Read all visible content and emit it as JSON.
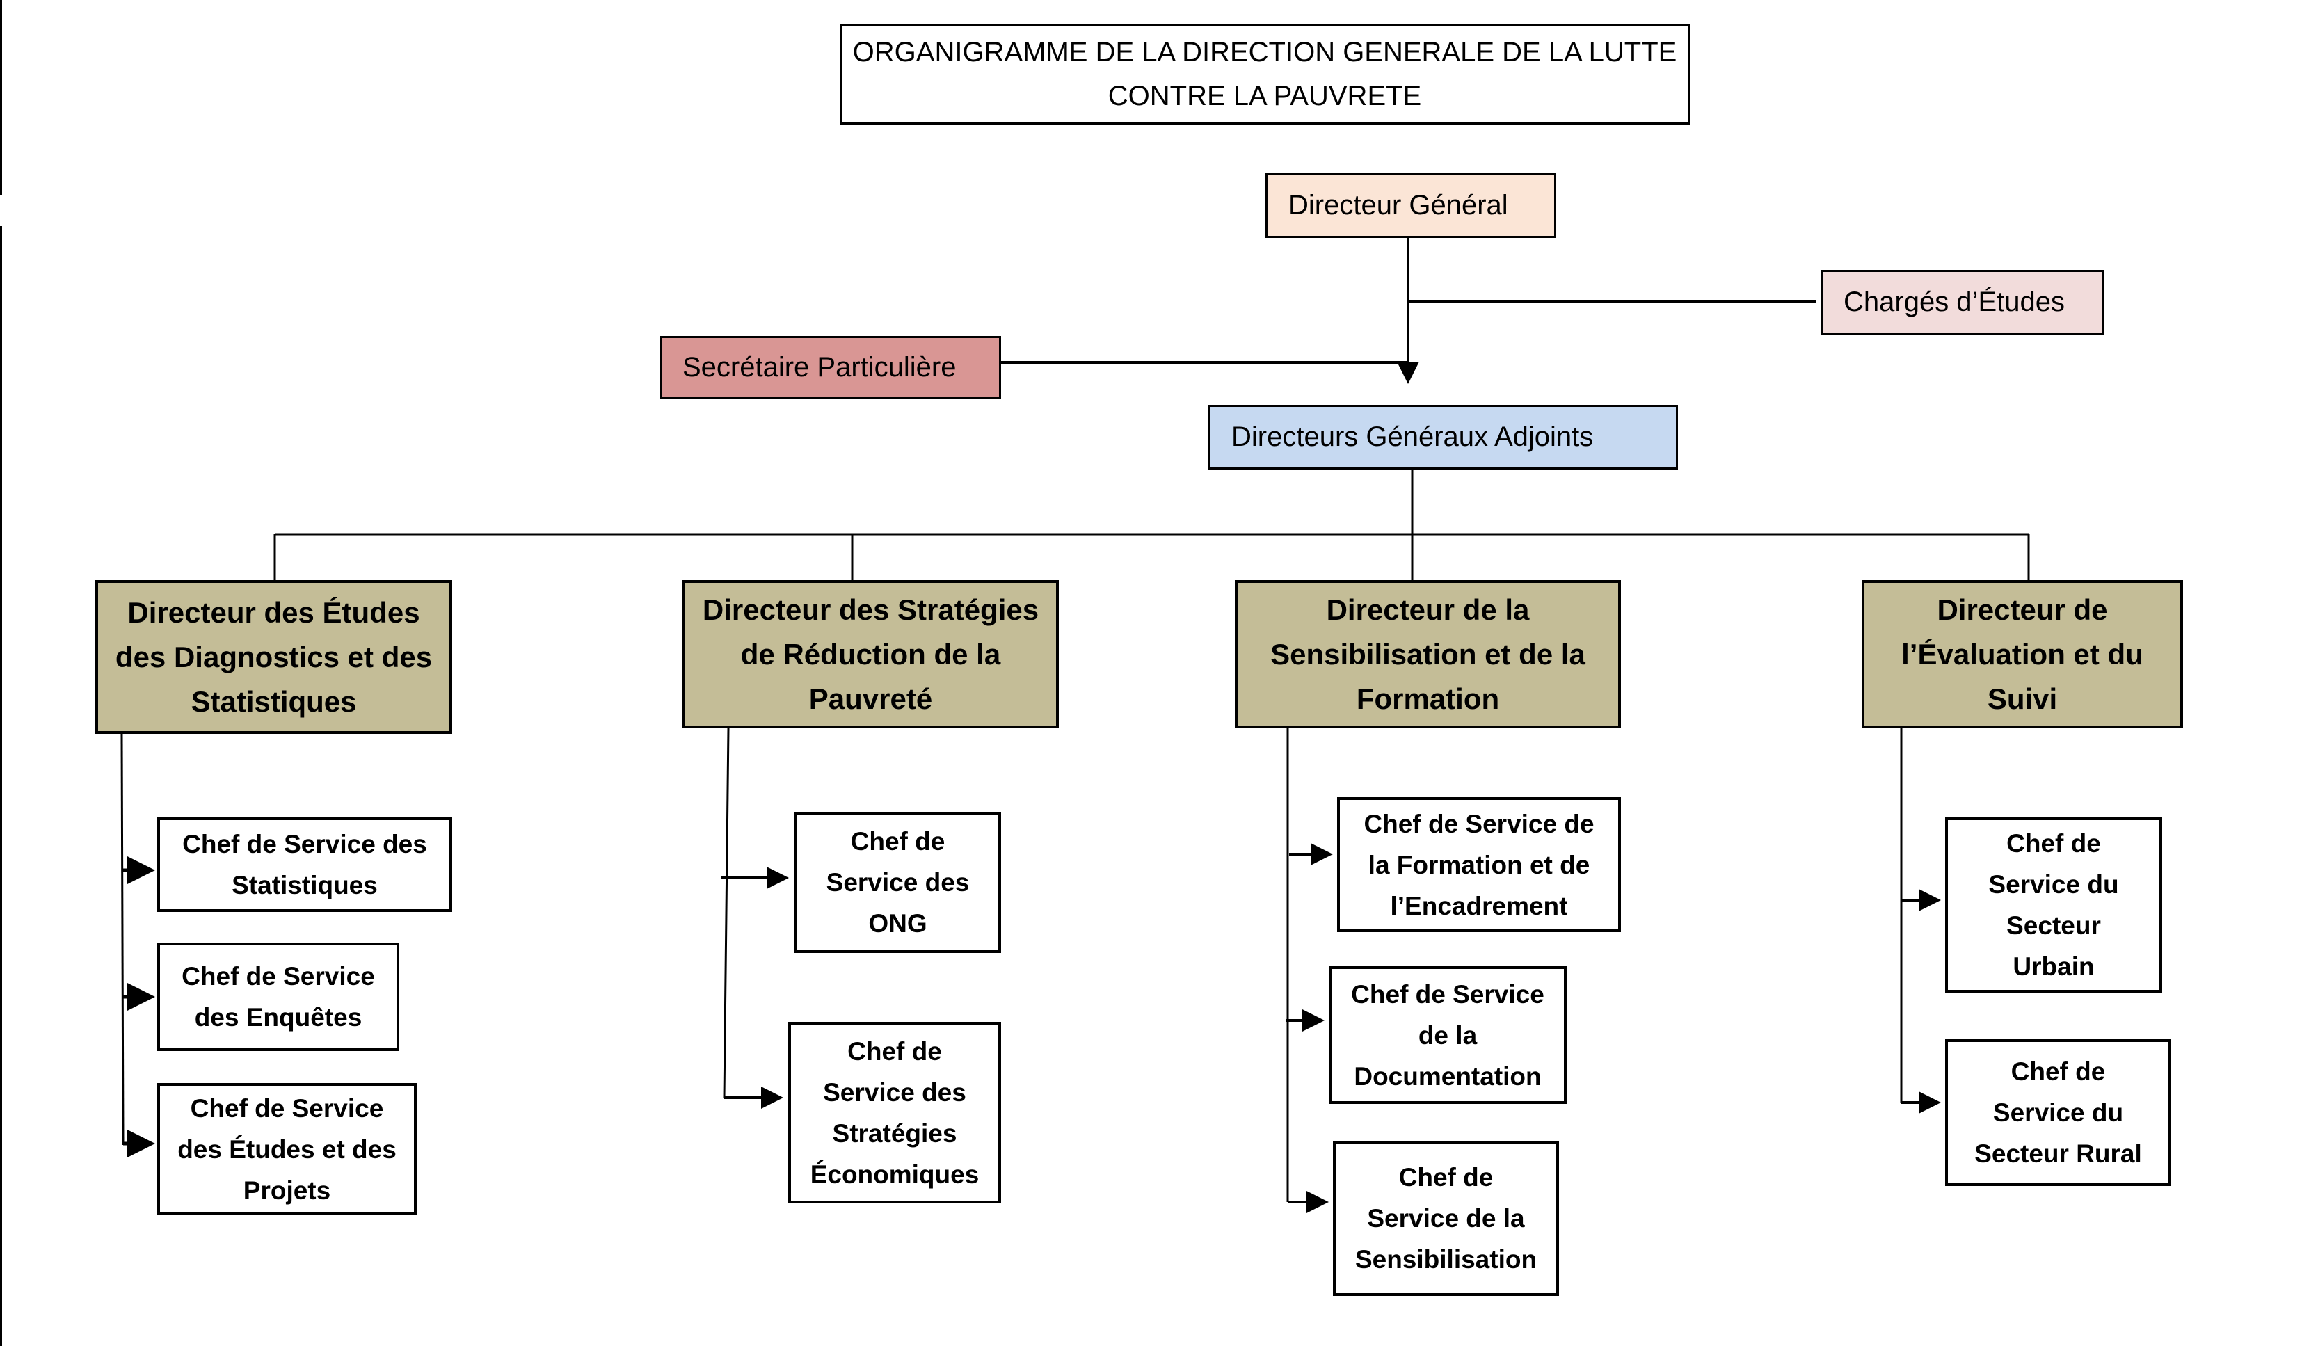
{
  "title": {
    "line1": "ORGANIGRAMME DE LA DIRECTION GENERALE DE LA LUTTE",
    "line2": "CONTRE LA PAUVRETE"
  },
  "colors": {
    "dg": "#fbe5d6",
    "charges": "#f2dcdb",
    "secretaire": "#d99694",
    "dga": "#c6d9f1",
    "directeur": "#c4bd97"
  },
  "top": {
    "dg": "Directeur  Général",
    "charges": "Chargés d’Études",
    "secretaire": "Secrétaire  Particulière",
    "dga": "Directeurs  Généraux Adjoints"
  },
  "directors": [
    {
      "lines": [
        "Directeur  des Études",
        "des Diagnostics et des",
        "Statistiques"
      ],
      "services": [
        {
          "lines": [
            "Chef de Service des",
            "Statistiques"
          ]
        },
        {
          "lines": [
            "Chef de Service",
            "des Enquêtes"
          ]
        },
        {
          "lines": [
            "Chef de Service",
            "des Études et des",
            "Projets"
          ]
        }
      ]
    },
    {
      "lines": [
        "Directeur des Stratégies",
        "de Réduction de la",
        "Pauvreté"
      ],
      "services": [
        {
          "lines": [
            "Chef de",
            "Service des",
            "ONG"
          ]
        },
        {
          "lines": [
            "Chef de",
            "Service des",
            "Stratégies",
            "Économiques"
          ]
        }
      ]
    },
    {
      "lines": [
        "Directeur  de la",
        "Sensibilisation et de la",
        "Formation"
      ],
      "services": [
        {
          "lines": [
            "Chef de Service de",
            "la Formation et de",
            "l’Encadrement"
          ]
        },
        {
          "lines": [
            "Chef de Service",
            "de la",
            "Documentation"
          ]
        },
        {
          "lines": [
            "Chef de",
            "Service de la",
            "Sensibilisation"
          ]
        }
      ]
    },
    {
      "lines": [
        "Directeur  de",
        "l’Évaluation et du",
        "Suivi"
      ],
      "services": [
        {
          "lines": [
            "Chef de",
            "Service du",
            "Secteur",
            "Urbain"
          ]
        },
        {
          "lines": [
            "Chef de",
            "Service du",
            "Secteur Rural"
          ]
        }
      ]
    }
  ]
}
